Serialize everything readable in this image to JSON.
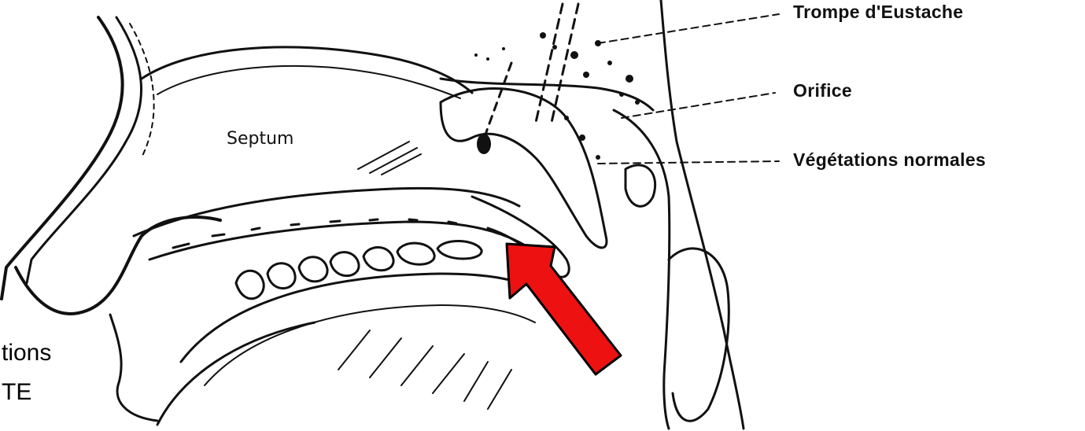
{
  "labels": {
    "trompe": "Trompe d'Eustache",
    "orifice": "Orifice",
    "vegetations": "Végétations normales",
    "septum": "Septum"
  },
  "cropped_text": {
    "line1": "tions",
    "line2": "TE"
  },
  "colors": {
    "ink": "#111111",
    "arrow": "#ee1111",
    "background": "#ffffff"
  }
}
